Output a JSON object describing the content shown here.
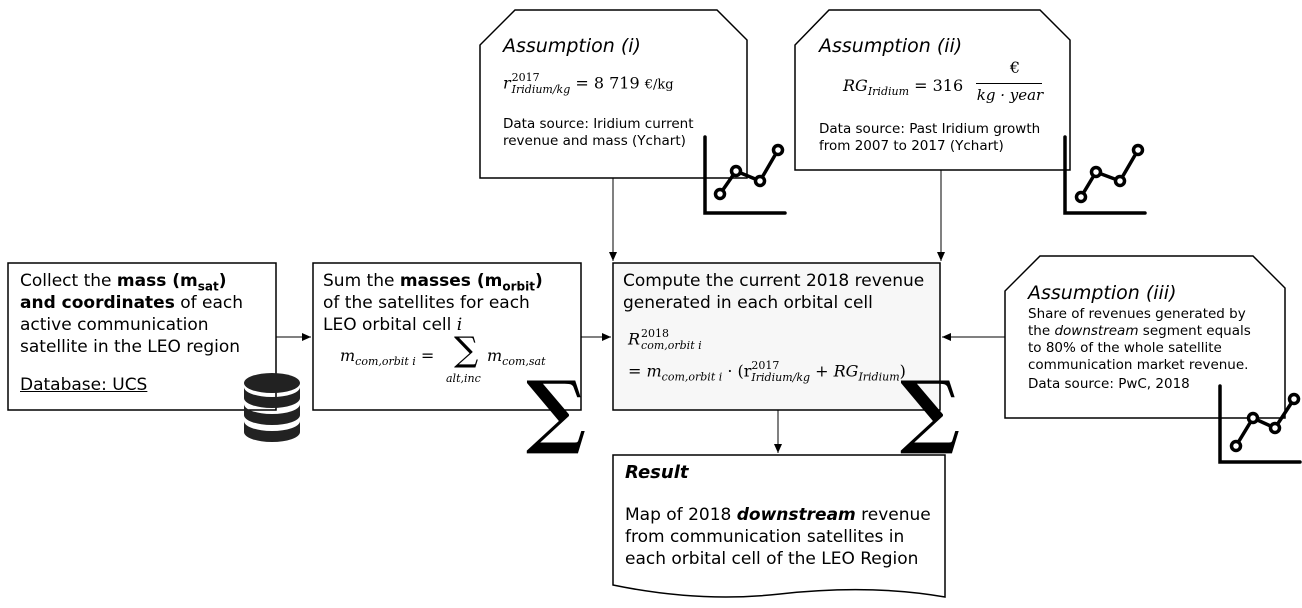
{
  "step1": {
    "text_a": "Collect the ",
    "bold_a": "mass (m",
    "bold_a_sub": "sat",
    "bold_a_end": ")",
    "bold_b": "and coordinates",
    "text_b": " of each",
    "line3": "active communication",
    "line4": "satellite in the LEO region",
    "database": "Database: UCS",
    "icon": "database-icon"
  },
  "step2": {
    "text_a": "Sum the ",
    "bold_a": "masses (m",
    "bold_a_sub": "orbit",
    "bold_a_end": ")",
    "line2": "of the satellites for each",
    "line3": "LEO orbital cell ",
    "line3_var": "i",
    "formula_lhs": "m",
    "formula_lhs_sub": "com,orbit i",
    "formula_eq": " = ",
    "formula_sum_under": "alt,inc",
    "formula_rhs": "m",
    "formula_rhs_sub": "com,sat",
    "icon": "sigma-icon"
  },
  "step3": {
    "line1": "Compute the current 2018 revenue",
    "line2": "generated in each orbital cell",
    "formula_r": "R",
    "formula_r_sup": "2018",
    "formula_r_sub": "com,orbit i",
    "formula_line2_a": "= m",
    "formula_line2_a_sub": "com,orbit i",
    "formula_line2_b": " · (r",
    "formula_line2_b_sup": "2017",
    "formula_line2_b_sub": "Iridium/kg",
    "formula_line2_c": " + RG",
    "formula_line2_c_sub": "Iridium",
    "formula_line2_d": ")",
    "icon": "sigma-icon"
  },
  "assumption1": {
    "title": "Assumption (i)",
    "formula_r": "r",
    "formula_sup": "2017",
    "formula_sub": "Iridium/kg",
    "formula_rhs": " = 8 719 ",
    "formula_unit": "€/kg",
    "source_line1": "Data source: Iridium current",
    "source_line2": "revenue and mass (Ychart)",
    "icon": "line-chart-icon"
  },
  "assumption2": {
    "title": "Assumption (ii)",
    "formula_lhs": "RG",
    "formula_sub": "Iridium",
    "formula_eq": " = 316 ",
    "formula_num": "€",
    "formula_den": "kg · year",
    "source_line1": "Data source: Past Iridium growth",
    "source_line2": "from 2007 to 2017 (Ychart)",
    "icon": "line-chart-icon"
  },
  "assumption3": {
    "title": "Assumption (iii)",
    "line1": "Share of revenues generated by",
    "line2_a": "the ",
    "line2_ital": "downstream",
    "line2_b": " segment equals",
    "line3": "to 80% of the whole satellite",
    "line4": "communication market revenue.",
    "source": "Data source: PwC, 2018",
    "icon": "line-chart-icon"
  },
  "result": {
    "title": "Result",
    "line1_a": "Map of 2018 ",
    "line1_bold": "downstream",
    "line1_b": " revenue",
    "line2": "from communication satellites in",
    "line3": "each orbital cell of the LEO Region"
  },
  "colors": {
    "stroke": "#000000",
    "compute_fill": "#f7f7f7",
    "background": "#ffffff"
  }
}
